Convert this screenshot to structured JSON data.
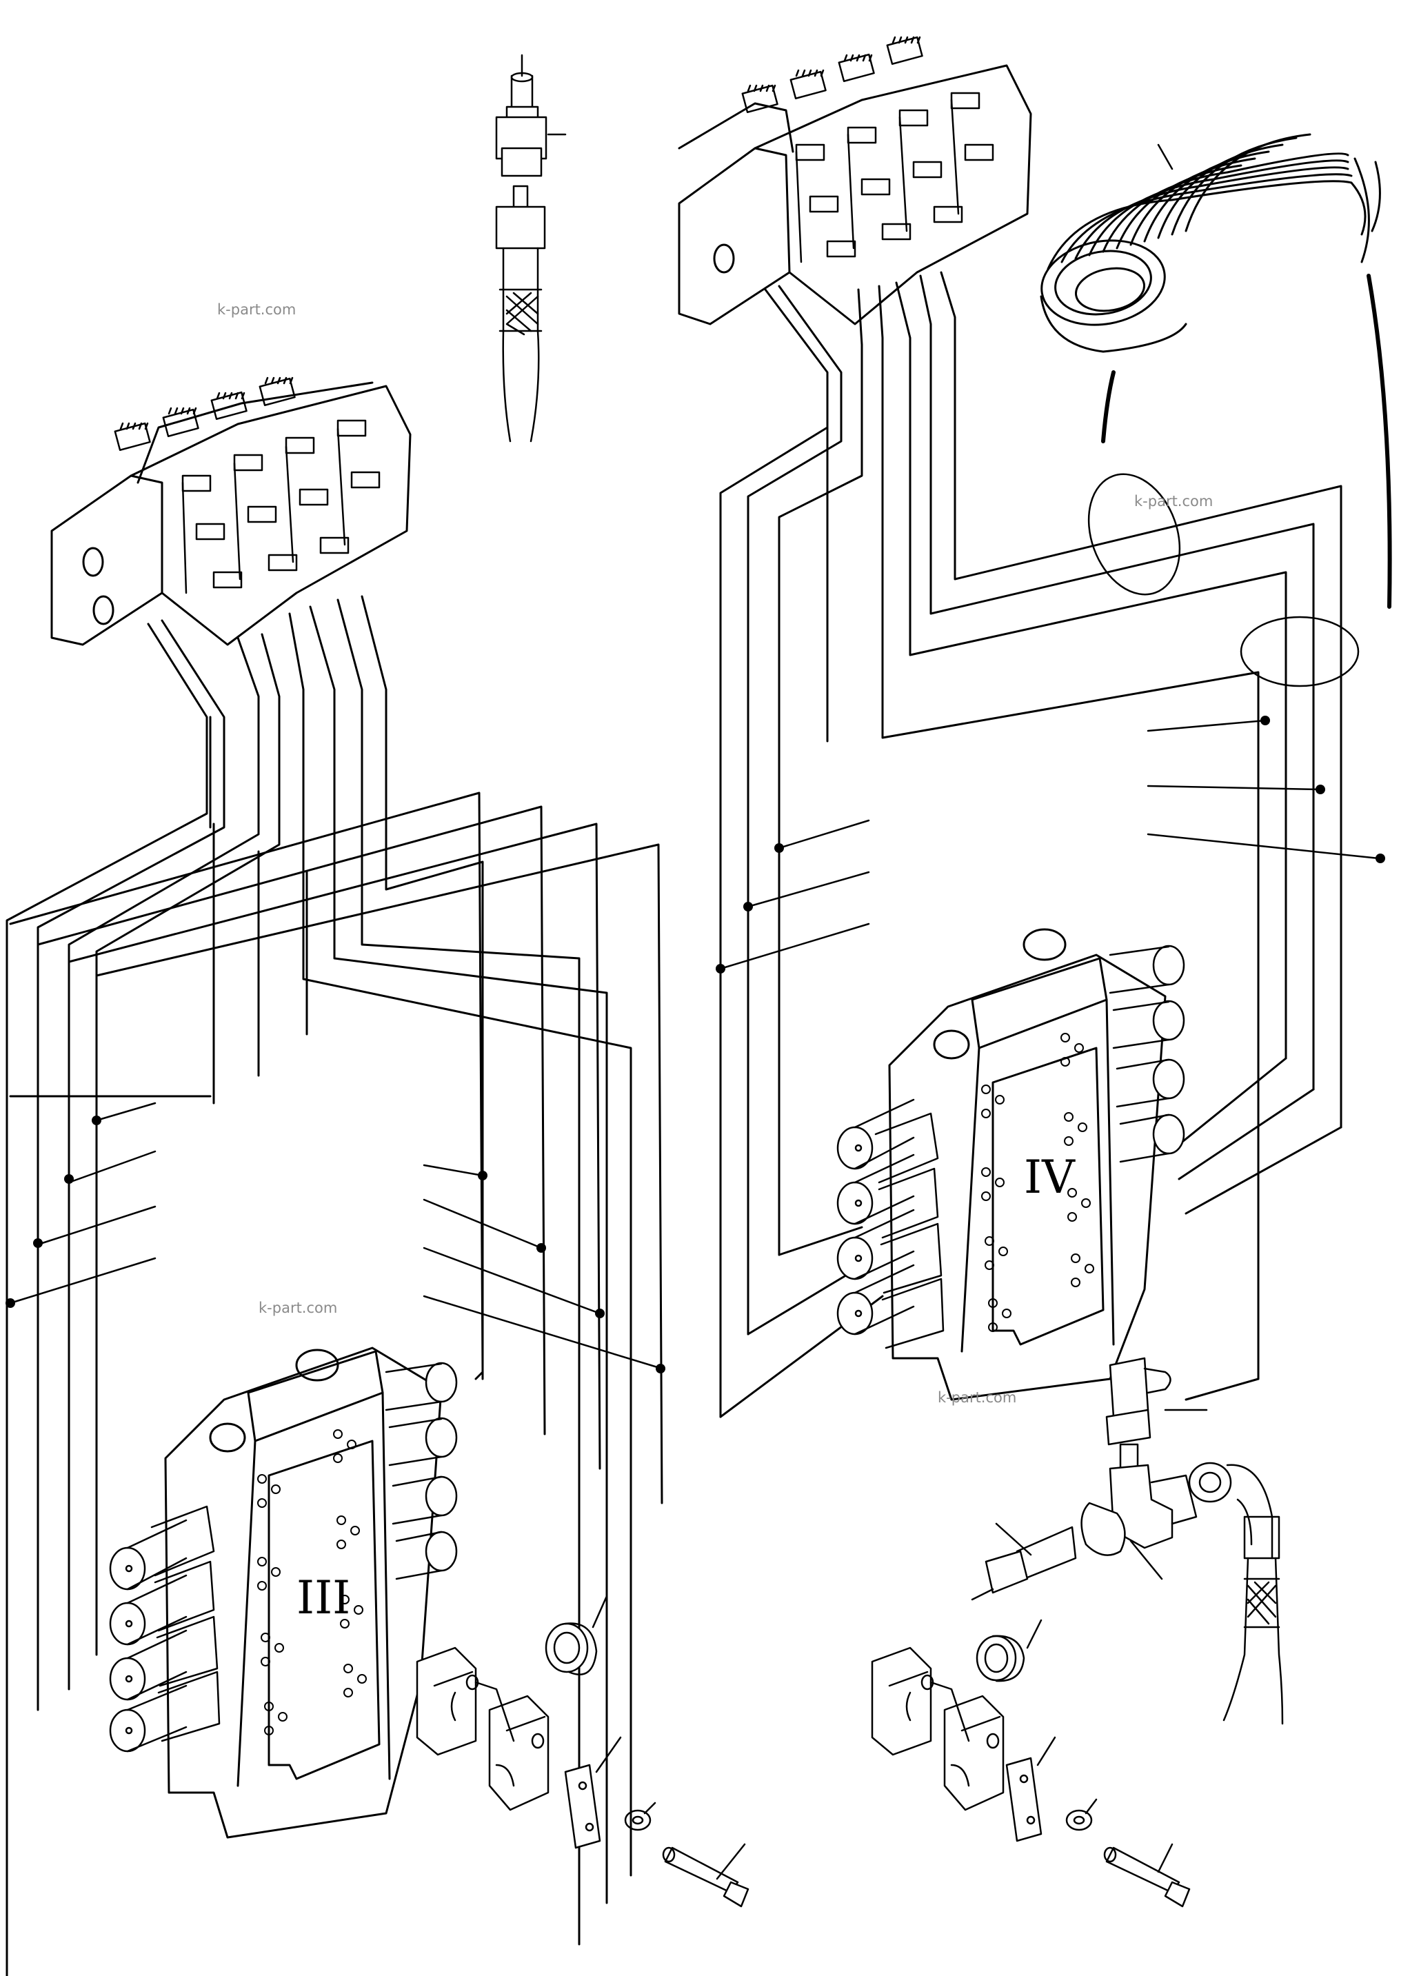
{
  "watermark": "k-part.com",
  "group_labels": {
    "left_valve": "III",
    "right_valve": "IV"
  },
  "colors": {
    "line": "#000000",
    "background": "#ffffff",
    "watermark": "#8a8a8a"
  }
}
